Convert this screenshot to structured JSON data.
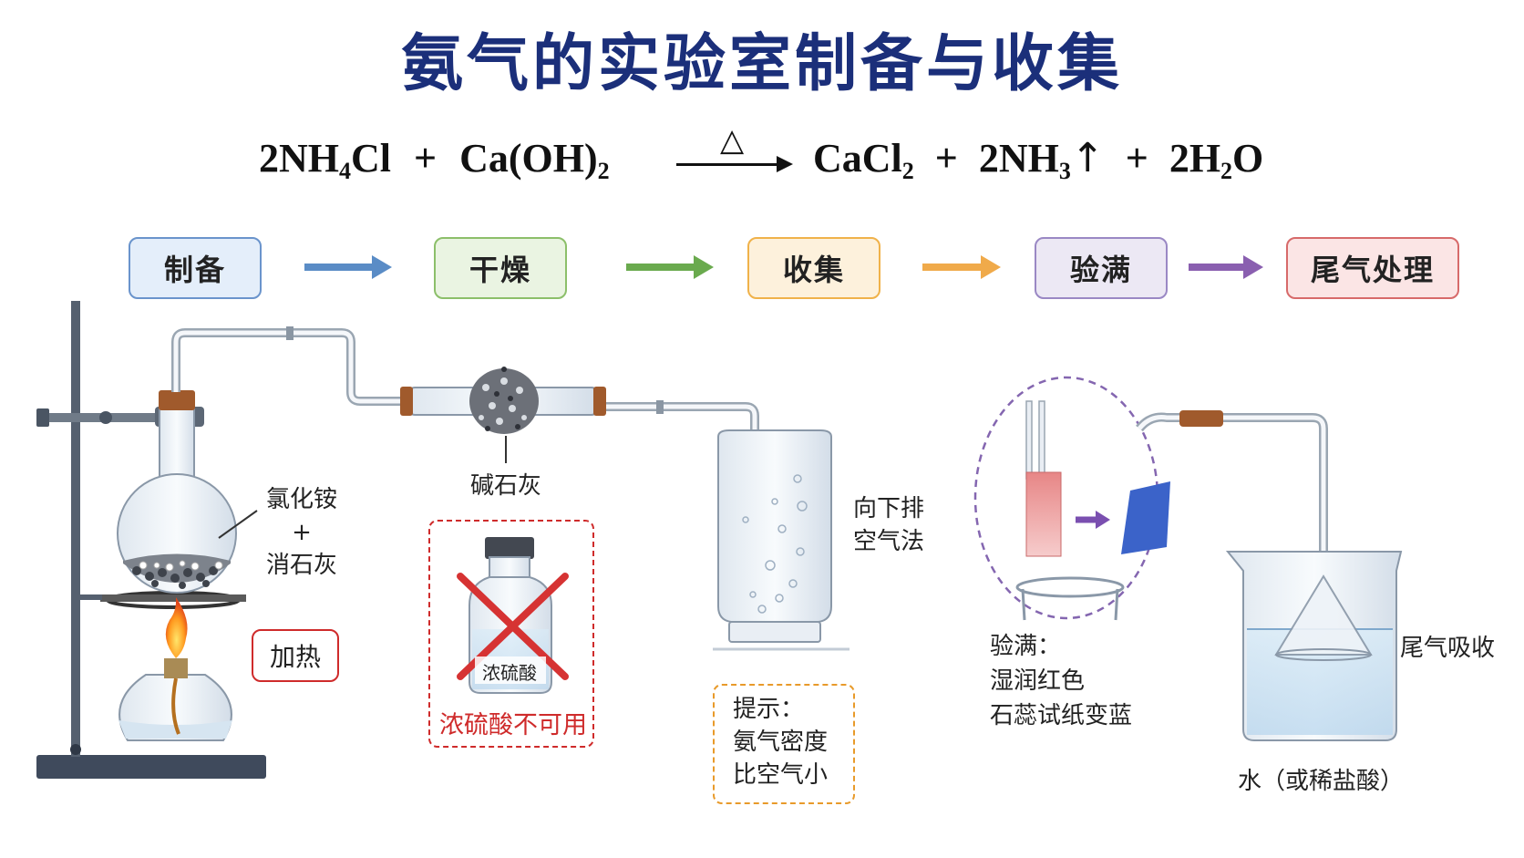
{
  "title": "氨气的实验室制备与收集",
  "equation": {
    "reactant1": "2NH",
    "reactant1_sub": "4",
    "reactant1_tail": "Cl",
    "plus1": "+",
    "reactant2": "Ca(OH)",
    "reactant2_sub": "2",
    "condition": "△",
    "product1": "CaCl",
    "product1_sub": "2",
    "plus2": "+",
    "product2": "2NH",
    "product2_sub": "3",
    "gas_arrow": "↑",
    "plus3": "+",
    "product3_pre": "2H",
    "product3_sub": "2",
    "product3_tail": "O"
  },
  "steps": [
    {
      "label": "制备",
      "border": "#6a94cc",
      "fill": "#e4eefa"
    },
    {
      "label": "干燥",
      "border": "#8cbf6a",
      "fill": "#eaf4e2"
    },
    {
      "label": "收集",
      "border": "#f0b24a",
      "fill": "#fdf1dc"
    },
    {
      "label": "验满",
      "border": "#9a88c4",
      "fill": "#ece8f4"
    },
    {
      "label": "尾气处理",
      "border": "#d76a6a",
      "fill": "#fbe5e5"
    }
  ],
  "arrow_colors": [
    "#5a8cc6",
    "#6aaa4e",
    "#f0aa4a",
    "#8a5fb0"
  ],
  "labels": {
    "reagents_line1": "氯化铵",
    "reagents_plus": "+",
    "reagents_line2": "消石灰",
    "heat": "加热",
    "drying_agent": "碱石灰",
    "bottle_label": "浓硫酸",
    "warning": "浓硫酸不可用",
    "method_line1": "向下排",
    "method_line2": "空气法",
    "tip_title": "提示：",
    "tip_line1": "氨气密度",
    "tip_line2": "比空气小",
    "check_title": "验满：",
    "check_line1": "湿润红色",
    "check_line2": "石蕊试纸变蓝",
    "absorb": "尾气吸收",
    "absorb_liquid": "水（或稀盐酸）"
  },
  "colors": {
    "title": "#1b2f7a",
    "warning": "#cf2b2b",
    "tip_border": "#e89a2a",
    "paper_red": "#e89a9a",
    "paper_blue": "#3b63c9",
    "arrow_purple": "#7a4fb0"
  }
}
